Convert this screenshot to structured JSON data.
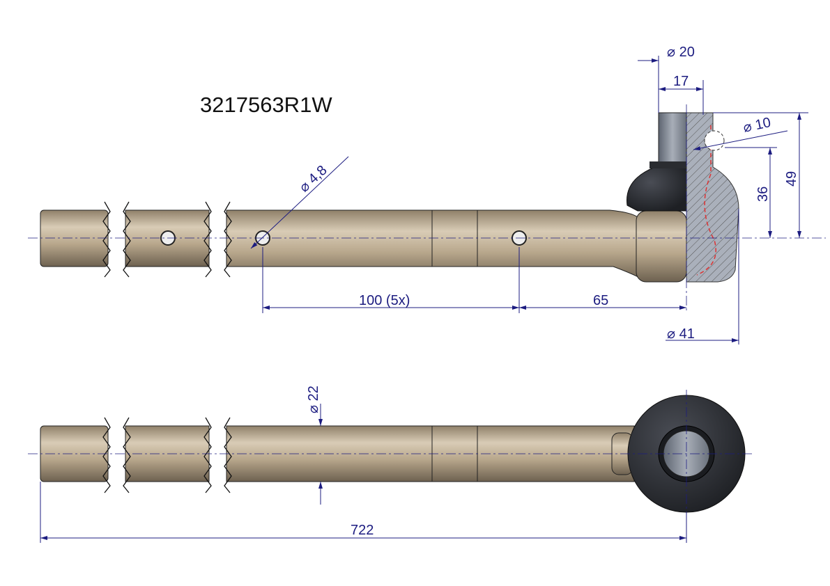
{
  "part_number": "3217563R1W",
  "dimensions": {
    "stud_diameter": "⌀ 20",
    "stud_length": "17",
    "pin_hole_diameter": "⌀ 10",
    "pin_hole_height": "36",
    "stud_height": "49",
    "hole_diameter": "⌀ 4,8",
    "hole_pitch": "100  (5x)",
    "last_hole_offset": "65",
    "housing_diameter": "⌀ 41",
    "rod_diameter": "⌀ 22",
    "overall_length": "722"
  },
  "colors": {
    "dimension": "#1c1c80",
    "rod": "#b8a78c",
    "rubber": "#2a2c30"
  }
}
